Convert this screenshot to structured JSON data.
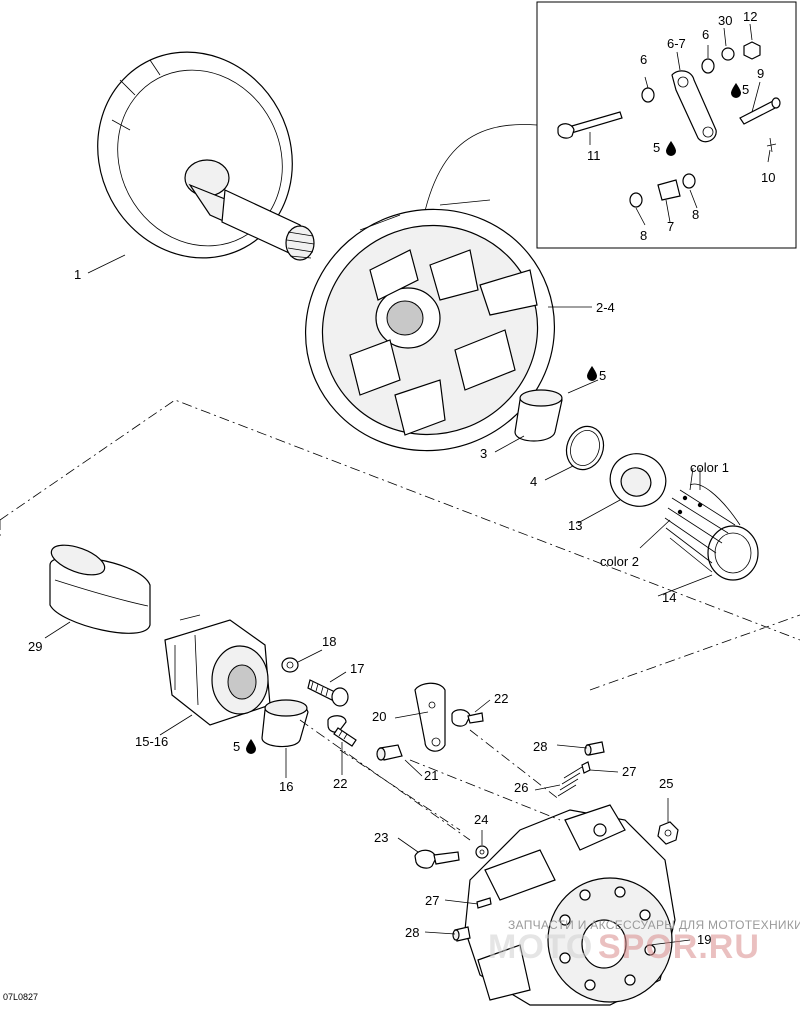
{
  "diagram": {
    "code": "07L0827",
    "watermark_text": "ЗАПЧАСТИ И АКСЕССУАРЫ ДЛЯ МОТОТЕХНИКИ",
    "watermark_logo_left": "MOTO",
    "watermark_logo_right": "SPOR.RU",
    "callouts": {
      "p1": "1",
      "p2_4": "2-4",
      "p3": "3",
      "p4": "4",
      "p5_a": "5",
      "p5_b": "5",
      "p5_c": "5",
      "p5_d": "5",
      "p6_a": "6",
      "p6_b": "6",
      "p6_7": "6-7",
      "p7": "7",
      "p8_a": "8",
      "p8_b": "8",
      "p9": "9",
      "p10": "10",
      "p11": "11",
      "p12": "12",
      "p30": "30",
      "p13": "13",
      "p14": "14",
      "color1": "color 1",
      "color2": "color 2",
      "p29": "29",
      "p15_16": "15-16",
      "p16": "16",
      "p17": "17",
      "p18": "18",
      "p20": "20",
      "p21": "21",
      "p22_a": "22",
      "p22_b": "22",
      "p23": "23",
      "p24": "24",
      "p25": "25",
      "p26": "26",
      "p27_a": "27",
      "p27_b": "27",
      "p28_a": "28",
      "p28_b": "28",
      "p19": "19"
    },
    "icons": {
      "lubricant": "oil-drop-icon"
    }
  }
}
